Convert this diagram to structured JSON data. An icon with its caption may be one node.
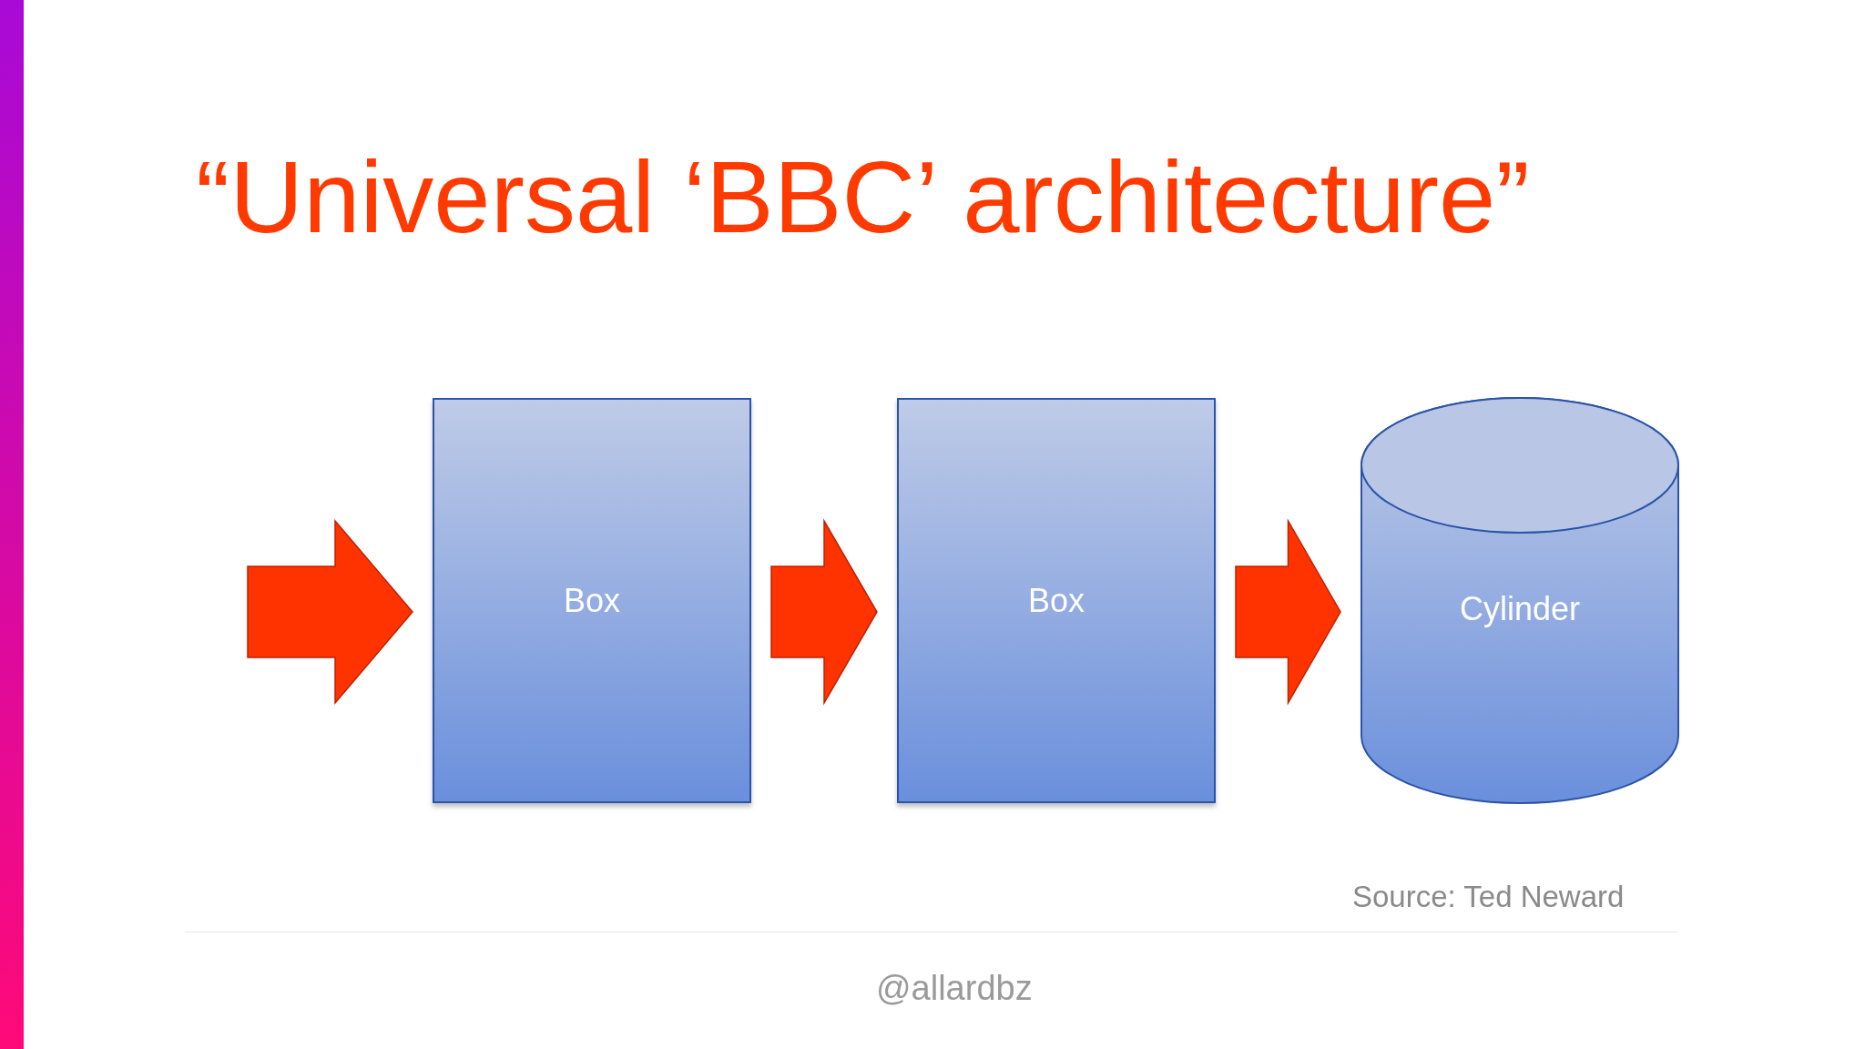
{
  "diagram": {
    "title": "“Universal ‘BBC’ architecture”",
    "nodes": [
      {
        "text": [
          "Box"
        ]
      },
      {
        "text": [
          "Box"
        ]
      },
      {
        "text": [
          "Cylinder"
        ]
      },
      {
        "text": [],
        "shape": "bar"
      }
    ],
    "edges": [
      {
        "from": null,
        "to": 0,
        "arrow": "to"
      },
      {
        "from": 0,
        "to": 1,
        "arrow": "to"
      },
      {
        "from": 1,
        "to": 2,
        "arrow": "to"
      }
    ],
    "labels": [
      "Source: Ted Neward",
      "@allardbz"
    ]
  }
}
